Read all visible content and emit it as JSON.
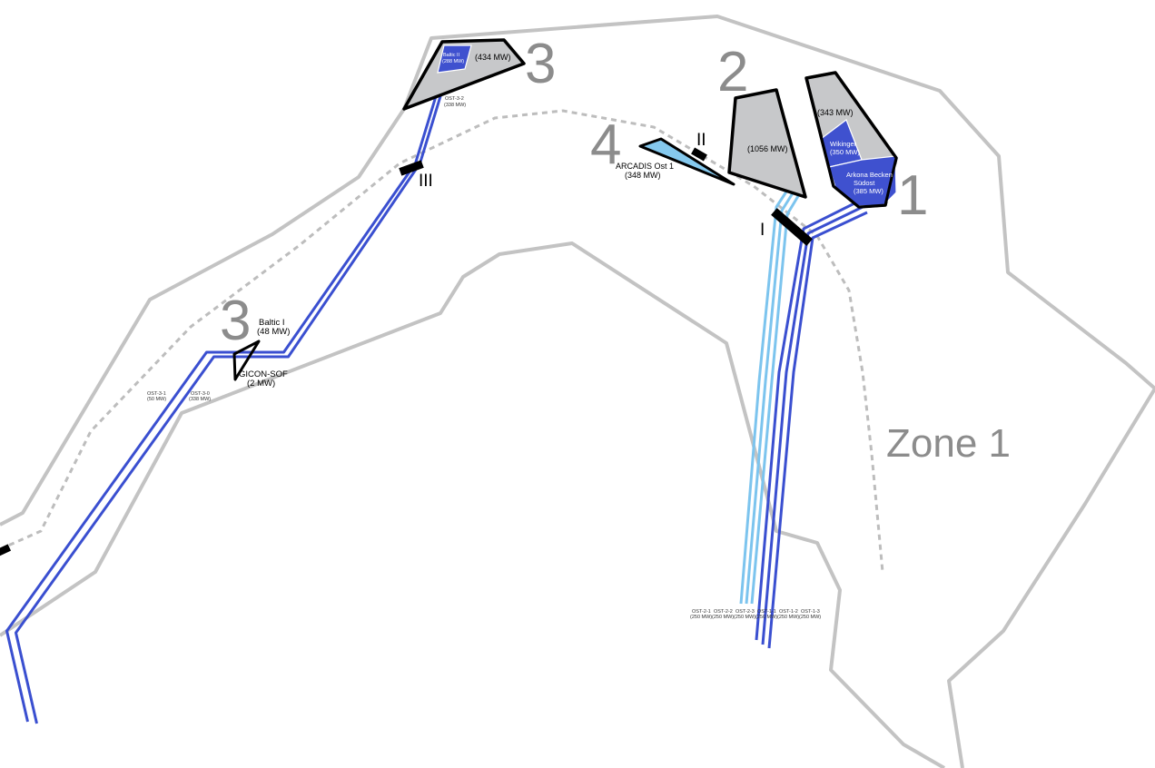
{
  "zone": {
    "label": "Zone 1"
  },
  "area_numbers": {
    "n1": "1",
    "n2": "2",
    "n3_north": "3",
    "n3_west": "3",
    "n4": "4"
  },
  "crossings": {
    "c1": "I",
    "c2": "II",
    "c3": "III"
  },
  "parks": {
    "baltic2": {
      "name": "Baltic II",
      "capacity": "(288 MW)"
    },
    "area3_north": {
      "capacity": "(434 MW)"
    },
    "area2": {
      "capacity": "(1056 MW)"
    },
    "area1_grey": {
      "capacity": "(343 MW)"
    },
    "wikinger": {
      "name": "Wikinger",
      "capacity": "(350 MW)"
    },
    "arkona": {
      "name_line1": "Arkona Becken",
      "name_line2": "Südost",
      "capacity": "(385 MW)"
    },
    "arcadis": {
      "name": "ARCADIS Ost 1",
      "capacity": "(348 MW)"
    },
    "baltic1": {
      "name": "Baltic I",
      "capacity": "(48 MW)"
    },
    "gicon": {
      "name": "GICON-SOF",
      "capacity": "(2 MW)"
    }
  },
  "cables": {
    "ost32": {
      "name": "OST-3-2",
      "capacity": "(338 MW)"
    },
    "ost31": {
      "name": "OST-3-1",
      "capacity": "(50 MW)"
    },
    "ost30": {
      "name": "OST-3-0",
      "capacity": "(338 MW)"
    },
    "ost21": {
      "name": "OST-2-1",
      "capacity": "(250 MW)"
    },
    "ost22": {
      "name": "OST-2-2",
      "capacity": "(250 MW)"
    },
    "ost23": {
      "name": "OST-2-3",
      "capacity": "(250 MW)"
    },
    "ost11": {
      "name": "OST-1-1",
      "capacity": "(250 MW)"
    },
    "ost12": {
      "name": "OST-1-2",
      "capacity": "(250 MW)"
    },
    "ost13": {
      "name": "OST-1-3",
      "capacity": "(250 MW)"
    }
  },
  "colors": {
    "boundary": "#c3c3c3",
    "cable_existing": "#3a4fd0",
    "cable_planned": "#7cc4ee",
    "park_existing": "#3f51cf",
    "area_grey": "#c7c8ca",
    "label_grey": "#8c8c8c"
  }
}
